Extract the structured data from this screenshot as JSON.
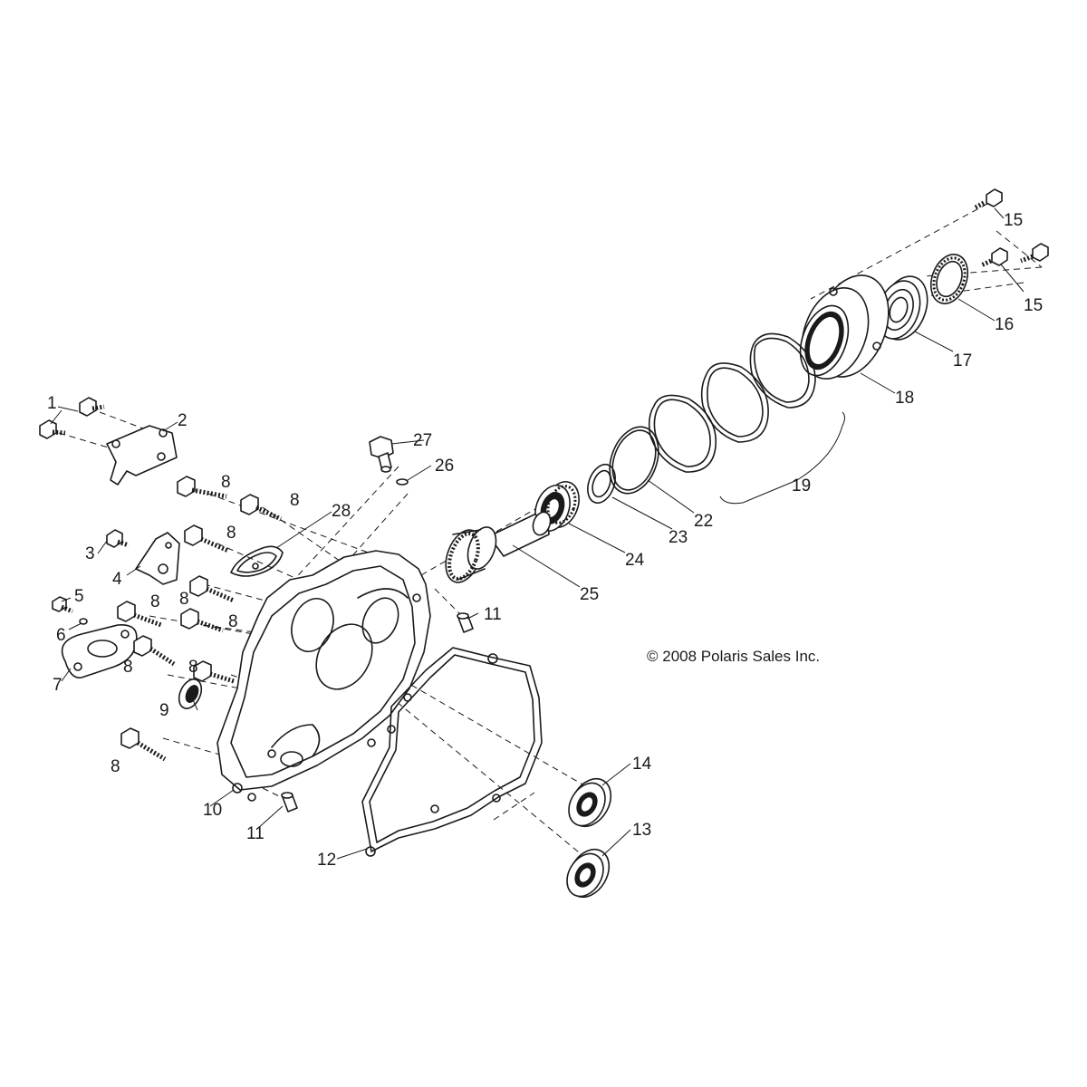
{
  "callouts": {
    "c1": "1",
    "c2": "2",
    "c3": "3",
    "c4": "4",
    "c5": "5",
    "c6": "6",
    "c7": "7",
    "c8a": "8",
    "c8b": "8",
    "c8c": "8",
    "c8d": "8",
    "c8e": "8",
    "c8f": "8",
    "c8g": "8",
    "c8h": "8",
    "c8i": "8",
    "c9": "9",
    "c10": "10",
    "c11a": "11",
    "c11b": "11",
    "c12": "12",
    "c13": "13",
    "c14": "14",
    "c15a": "15",
    "c15b": "15",
    "c16": "16",
    "c17": "17",
    "c18": "18",
    "c19": "19",
    "c22": "22",
    "c23": "23",
    "c24": "24",
    "c25": "25",
    "c26": "26",
    "c27": "27",
    "c28": "28"
  },
  "copyright": "© 2008 Polaris Sales Inc."
}
